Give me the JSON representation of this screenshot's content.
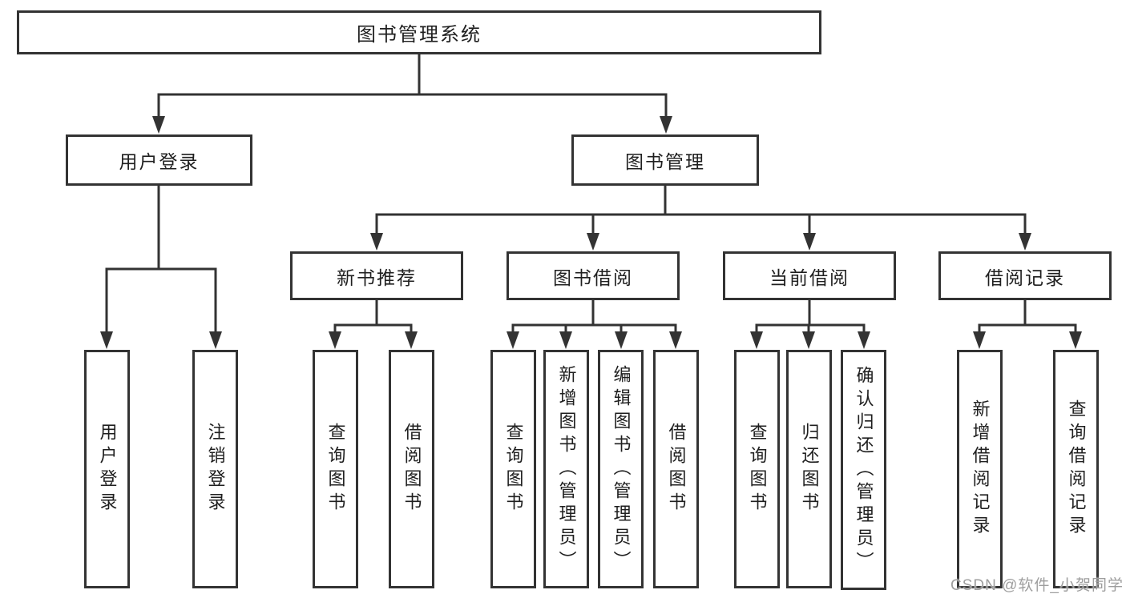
{
  "diagram": {
    "title_node": {
      "label": "图书管理系统"
    },
    "level2": {
      "user_login": {
        "label": "用户登录"
      },
      "book_management": {
        "label": "图书管理"
      }
    },
    "level3": {
      "new_book_recommend": {
        "label": "新书推荐"
      },
      "book_borrow": {
        "label": "图书借阅"
      },
      "current_borrow": {
        "label": "当前借阅"
      },
      "borrow_records": {
        "label": "借阅记录"
      }
    },
    "leaves": {
      "leaf_user_login": {
        "label": "用户登录"
      },
      "leaf_logout": {
        "label": "注销登录"
      },
      "leaf_query_books_recommend": {
        "label": "查询图书"
      },
      "leaf_borrow_books_recommend": {
        "label": "借阅图书"
      },
      "leaf_query_books_borrow": {
        "label": "查询图书"
      },
      "leaf_add_books_admin": {
        "label": "新增图书（管理员）"
      },
      "leaf_edit_books_admin": {
        "label": "编辑图书（管理员）"
      },
      "leaf_borrow_books_borrow": {
        "label": "借阅图书"
      },
      "leaf_query_books_current": {
        "label": "查询图书"
      },
      "leaf_return_books": {
        "label": "归还图书"
      },
      "leaf_confirm_return_admin": {
        "label": "确认归还（管理员）"
      },
      "leaf_add_borrow_record": {
        "label": "新增借阅记录"
      },
      "leaf_query_borrow_record": {
        "label": "查询借阅记录"
      }
    },
    "line_color": "#333333",
    "background_color": "#ffffff"
  },
  "watermark": {
    "text": "CSDN @软件_小贺同学"
  }
}
